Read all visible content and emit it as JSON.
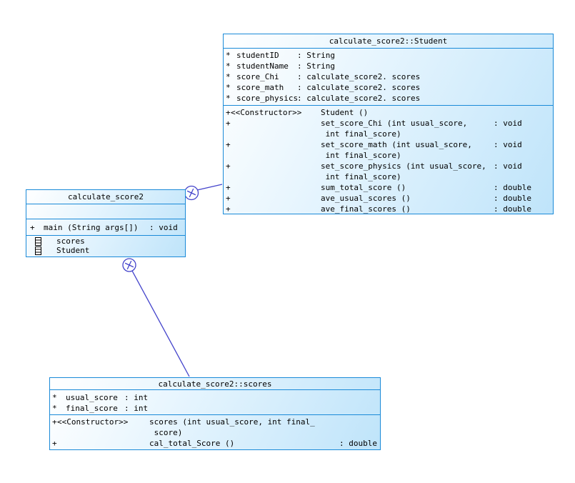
{
  "colors": {
    "box_border": "#1a8ad8",
    "box_fill_start": "#ffffff",
    "box_fill_end": "#bfe4fa",
    "connector": "#4343cb",
    "text": "#000000"
  },
  "classes": {
    "student": {
      "title": "calculate_score2::Student",
      "attributes": [
        {
          "vis": "*",
          "name": "studentID",
          "type": ": String"
        },
        {
          "vis": "*",
          "name": "studentName",
          "type": ": String"
        },
        {
          "vis": "*",
          "name": "score_Chi",
          "type": ": calculate_score2. scores"
        },
        {
          "vis": "*",
          "name": "score_math",
          "type": ": calculate_score2. scores"
        },
        {
          "vis": "*",
          "name": "score_physics",
          "type": ": calculate_score2. scores"
        }
      ],
      "methods": [
        {
          "vis": "+",
          "stereotype": "<<Constructor>>",
          "signature": "Student ()",
          "returns": ""
        },
        {
          "vis": "+",
          "stereotype": "",
          "signature": "set_score_Chi (int usual_score,\n int final_score)",
          "returns": ": void"
        },
        {
          "vis": "+",
          "stereotype": "",
          "signature": "set_score_math (int usual_score,\n int final_score)",
          "returns": ": void"
        },
        {
          "vis": "+",
          "stereotype": "",
          "signature": "set_score_physics (int usual_score,\n int final_score)",
          "returns": ": void"
        },
        {
          "vis": "+",
          "stereotype": "",
          "signature": "sum_total_score ()",
          "returns": ": double"
        },
        {
          "vis": "+",
          "stereotype": "",
          "signature": "ave_usual_scores ()",
          "returns": ": double"
        },
        {
          "vis": "+",
          "stereotype": "",
          "signature": "ave_final_scores ()",
          "returns": ": double"
        }
      ]
    },
    "main": {
      "title": "calculate_score2",
      "operations": [
        {
          "vis": "+",
          "signature": "main (String args[])",
          "returns": ": void"
        }
      ],
      "nested": [
        {
          "label": "scores"
        },
        {
          "label": "Student"
        }
      ]
    },
    "scores": {
      "title": "calculate_score2::scores",
      "attributes": [
        {
          "vis": "*",
          "name": "usual_score",
          "type": ": int"
        },
        {
          "vis": "*",
          "name": "final_score",
          "type": ": int"
        }
      ],
      "methods": [
        {
          "vis": "+",
          "stereotype": "<<Constructor>>",
          "signature": "scores (int usual_score, int final_\n score)",
          "returns": ""
        },
        {
          "vis": "+",
          "stereotype": "",
          "signature": "cal_total_Score ()",
          "returns": ": double"
        }
      ]
    }
  }
}
